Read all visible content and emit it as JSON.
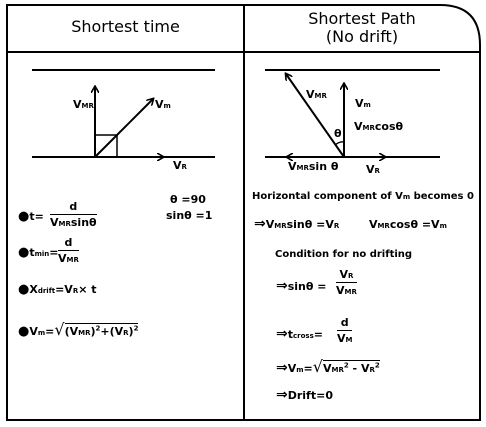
{
  "left": {
    "header": "Shortest time",
    "diagram": {
      "v_mr": "V",
      "v_mr_sub": "MR",
      "v_m": "V",
      "v_m_sub": "m",
      "v_r": "V",
      "v_r_sub": "R"
    },
    "theta_90": "θ =90",
    "sin_theta_1": "sinθ =1",
    "eq_t": {
      "lhs": "t=",
      "num": "d",
      "den": "V",
      "den_sub": "MR",
      "den_tail": "sinθ"
    },
    "eq_tmin": {
      "lhs": "t",
      "lhs_sub": "min",
      "eq": "=",
      "num": "d",
      "den": "V",
      "den_sub": "MR"
    },
    "eq_xdrift": {
      "lhs": "X",
      "lhs_sub": "drift",
      "rhs": "=V",
      "rhs_sub": "R",
      "tail": "× t"
    },
    "eq_vm": {
      "lhs": "V",
      "lhs_sub": "m",
      "eq": "=",
      "radicand": "(V",
      "radicand_sub": "MR",
      "radicand_mid": ")",
      "sup1": "2",
      "plus": "+(V",
      "radicand_sub2": "R",
      "close": ")",
      "sup2": "2"
    }
  },
  "right": {
    "header_line1": "Shortest Path",
    "header_line2": "(No drift)",
    "diagram": {
      "v_mr": "V",
      "v_mr_sub": "MR",
      "v_m": "V",
      "v_m_sub": "m",
      "cos_label": "V",
      "cos_label_sub": "MR",
      "cos_label_tail": "cosθ",
      "theta": "θ",
      "sin_label": "V",
      "sin_label_sub": "MR",
      "sin_label_tail": "sin θ",
      "v_r": "V",
      "v_r_sub": "R"
    },
    "horizontal_note": "Horizontal component of V",
    "horizontal_note_sub": "m",
    "horizontal_note_tail": " becomes 0",
    "implies_row": {
      "arrow": "⇒",
      "a": "V",
      "a_sub": "MR",
      "a_tail": "sinθ =V",
      "a_sub2": "R",
      "b": "V",
      "b_sub": "MR",
      "b_tail": "cosθ =V",
      "b_sub2": "m"
    },
    "condition": "Condition for no drifting",
    "eq_sin": {
      "arrow": "⇒",
      "lhs": "sinθ =",
      "num": "V",
      "num_sub": "R",
      "den": "V",
      "den_sub": "MR"
    },
    "eq_tcross": {
      "arrow": "⇒",
      "lhs": "t",
      "lhs_sub": "cross",
      "eq": "=",
      "num": "d",
      "den": "V",
      "den_sub": "M"
    },
    "eq_vm": {
      "arrow": "⇒",
      "lhs": "V",
      "lhs_sub": "m",
      "eq": "=",
      "a": "V",
      "a_sub": "MR",
      "a_sup": "2",
      "minus": " - V",
      "b_sub": "R",
      "b_sup": "2"
    },
    "eq_drift": {
      "arrow": "⇒",
      "text": "Drift=0"
    }
  }
}
